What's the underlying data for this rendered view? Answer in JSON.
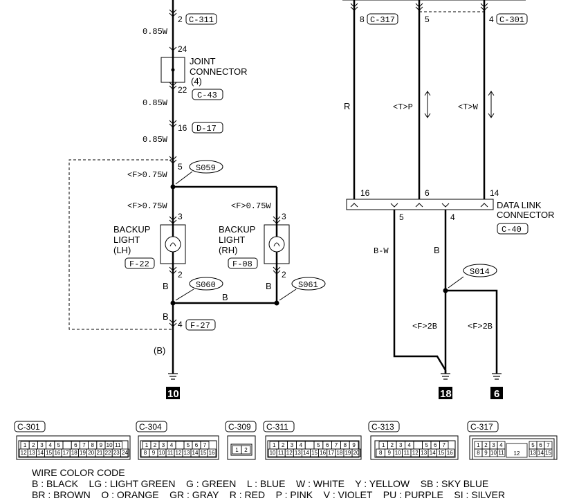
{
  "wires": {
    "left_top_pin": "2",
    "left_top_conn": "C-311",
    "w1": "0.85W",
    "jc_pin_top": "24",
    "jc_label1": "JOINT",
    "jc_label2": "CONNECTOR",
    "jc_label3": "(4)",
    "jc_pin_bot": "22",
    "jc_conn": "C-43",
    "w2": "0.85W",
    "d17_pin": "16",
    "d17_conn": "D-17",
    "w3": "0.85W",
    "s059_pin": "5",
    "s059_wire": "<F>0.75W",
    "s059": "S059",
    "lh_wire": "<F>0.75W",
    "rh_wire": "<F>0.75W",
    "lh_pin_top": "3",
    "rh_pin_top": "3",
    "lh_l1": "BACKUP",
    "lh_l2": "LIGHT",
    "lh_l3": "(LH)",
    "lh_conn": "F-22",
    "rh_l1": "BACKUP",
    "rh_l2": "LIGHT",
    "rh_l3": "(RH)",
    "rh_conn": "F-08",
    "lh_pin_bot": "2",
    "rh_pin_bot": "2",
    "lh_b": "B",
    "rh_b": "B",
    "s060": "S060",
    "s061": "S061",
    "mid_b": "B",
    "low_b": "B",
    "f27_pin": "4",
    "f27_conn": "F-27",
    "paren_b": "(B)",
    "gnd_left": "10",
    "c317_pin": "8",
    "c317_conn": "C-317",
    "mid_pin": "5",
    "c301_pin": "4",
    "c301_conn": "C-301",
    "r_label": "R",
    "tp_label": "<T>P",
    "tw_label": "<T>W",
    "dlc_16": "16",
    "dlc_6": "6",
    "dlc_14": "14",
    "dlc_5": "5",
    "dlc_4": "4",
    "dlc_l1": "DATA LINK",
    "dlc_l2": "CONNECTOR",
    "dlc_conn": "C-40",
    "bw_label": "B-W",
    "b_label": "B",
    "s014": "S014",
    "f2b_left": "<F>2B",
    "f2b_right": "<F>2B",
    "gnd_mid": "18",
    "gnd_right": "6"
  },
  "connectors": {
    "c301": {
      "title": "C-301",
      "row1": [
        "1",
        "2",
        "3",
        "4",
        "5",
        "",
        "6",
        "7",
        "8",
        "9",
        "10",
        "11"
      ],
      "row2": [
        "12",
        "13",
        "14",
        "15",
        "16",
        "17",
        "18",
        "19",
        "20",
        "21",
        "22",
        "23",
        "24"
      ]
    },
    "c304": {
      "title": "C-304",
      "row1": [
        "1",
        "2",
        "3",
        "4",
        "",
        "5",
        "6",
        "7"
      ],
      "row2": [
        "8",
        "9",
        "10",
        "11",
        "12",
        "13",
        "14",
        "15",
        "16"
      ]
    },
    "c309": {
      "title": "C-309",
      "cells": [
        "1",
        "2"
      ]
    },
    "c311": {
      "title": "C-311",
      "row1": [
        "1",
        "2",
        "3",
        "4",
        "",
        "5",
        "6",
        "7",
        "8",
        "9"
      ],
      "row2": [
        "10",
        "11",
        "12",
        "13",
        "14",
        "15",
        "16",
        "17",
        "18",
        "19",
        "20"
      ]
    },
    "c313": {
      "title": "C-313",
      "row1": [
        "1",
        "2",
        "3",
        "4",
        "",
        "5",
        "6",
        "7"
      ],
      "row2": [
        "8",
        "9",
        "10",
        "11",
        "12",
        "13",
        "14",
        "15",
        "16"
      ]
    },
    "c317": {
      "title": "C-317",
      "row1a": [
        "1",
        "2",
        "3",
        "4"
      ],
      "row1b": [
        "5",
        "6",
        "7"
      ],
      "row2a": [
        "8",
        "9",
        "10",
        "11"
      ],
      "mid": "12",
      "row2b": [
        "13",
        "14",
        "15"
      ]
    }
  },
  "legend": {
    "title": "WIRE COLOR CODE",
    "line1": "B : BLACK    LG : LIGHT GREEN    G : GREEN    L : BLUE    W : WHITE    Y : YELLOW    SB : SKY BLUE",
    "line2": "BR : BROWN    O : ORANGE    GR : GRAY    R : RED    P : PINK    V : VIOLET    PU : PURPLE    SI : SILVER"
  }
}
